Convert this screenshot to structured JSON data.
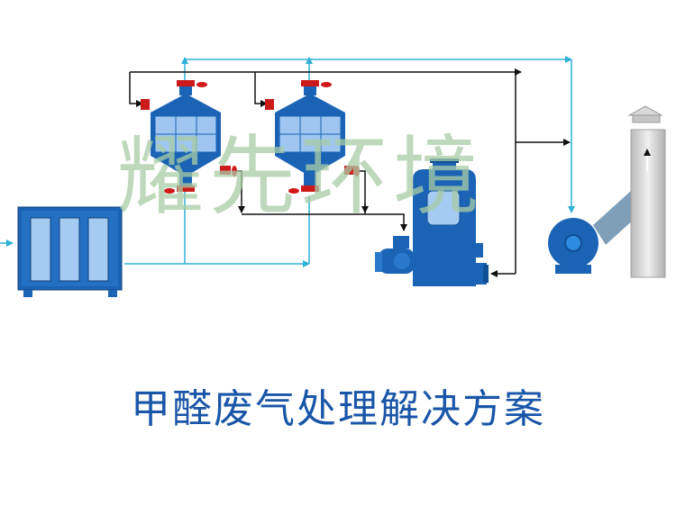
{
  "watermark": {
    "text": "耀先环境"
  },
  "caption": {
    "text": "甲醛废气处理解决方案"
  },
  "colors": {
    "blue_line": "#2fb1d8",
    "black_line": "#111111",
    "equipment": "#1b64b5",
    "equipment_light": "#9ec6f0",
    "valve": "#d01818",
    "stack": "#d8d8d8",
    "watermark": "#a9cca6",
    "caption": "#1a56a8"
  },
  "components": [
    {
      "name": "pretreatment-box",
      "icon": "filter-box-icon"
    },
    {
      "name": "adsorption-tower-1",
      "icon": "adsorption-tower-icon"
    },
    {
      "name": "adsorption-tower-2",
      "icon": "adsorption-tower-icon"
    },
    {
      "name": "desorption-tank",
      "icon": "tank-icon"
    },
    {
      "name": "pump",
      "icon": "pump-icon"
    },
    {
      "name": "fan",
      "icon": "centrifugal-fan-icon"
    },
    {
      "name": "exhaust-stack",
      "icon": "chimney-icon"
    }
  ]
}
